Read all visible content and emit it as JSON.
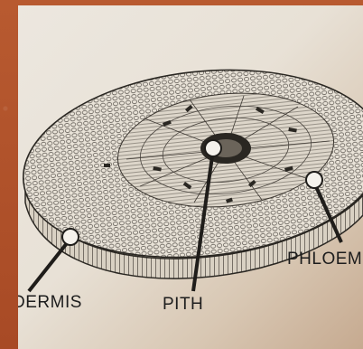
{
  "labels": {
    "epidermis": "DERMIS",
    "pith": "PITH",
    "phloem": "PHLOEM"
  },
  "colors": {
    "background": "#b4552d",
    "paper": "#ece7df",
    "ink": "#2a2722",
    "pin": "#f5f2ec"
  }
}
